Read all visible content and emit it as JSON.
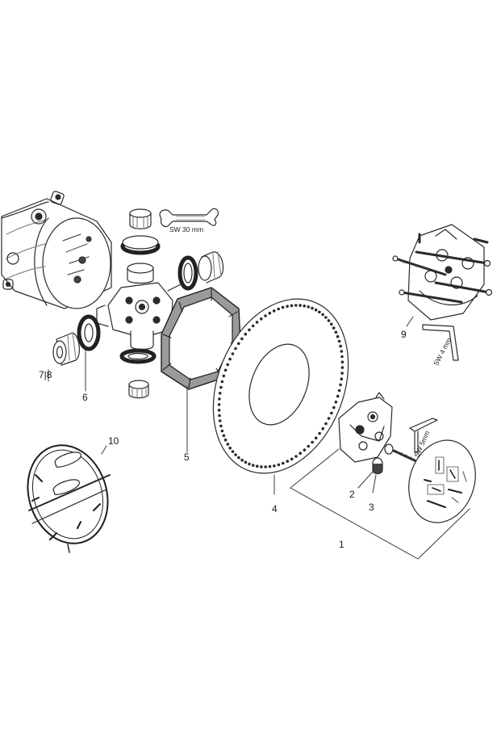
{
  "labels": {
    "n1": "1",
    "n2": "2",
    "n3": "3",
    "n4": "4",
    "n5": "5",
    "n6": "6",
    "n78": "7|8",
    "n9": "9",
    "n10": "10"
  },
  "tool_labels": {
    "wrench": "SW 30 mm",
    "hex4": "SW 4 mm",
    "hex5": "SW 5mm"
  },
  "colors": {
    "line": "#2a2a2a",
    "shade": "#bdbdbd",
    "dark": "#1e1e1e",
    "seal": "#222222"
  }
}
